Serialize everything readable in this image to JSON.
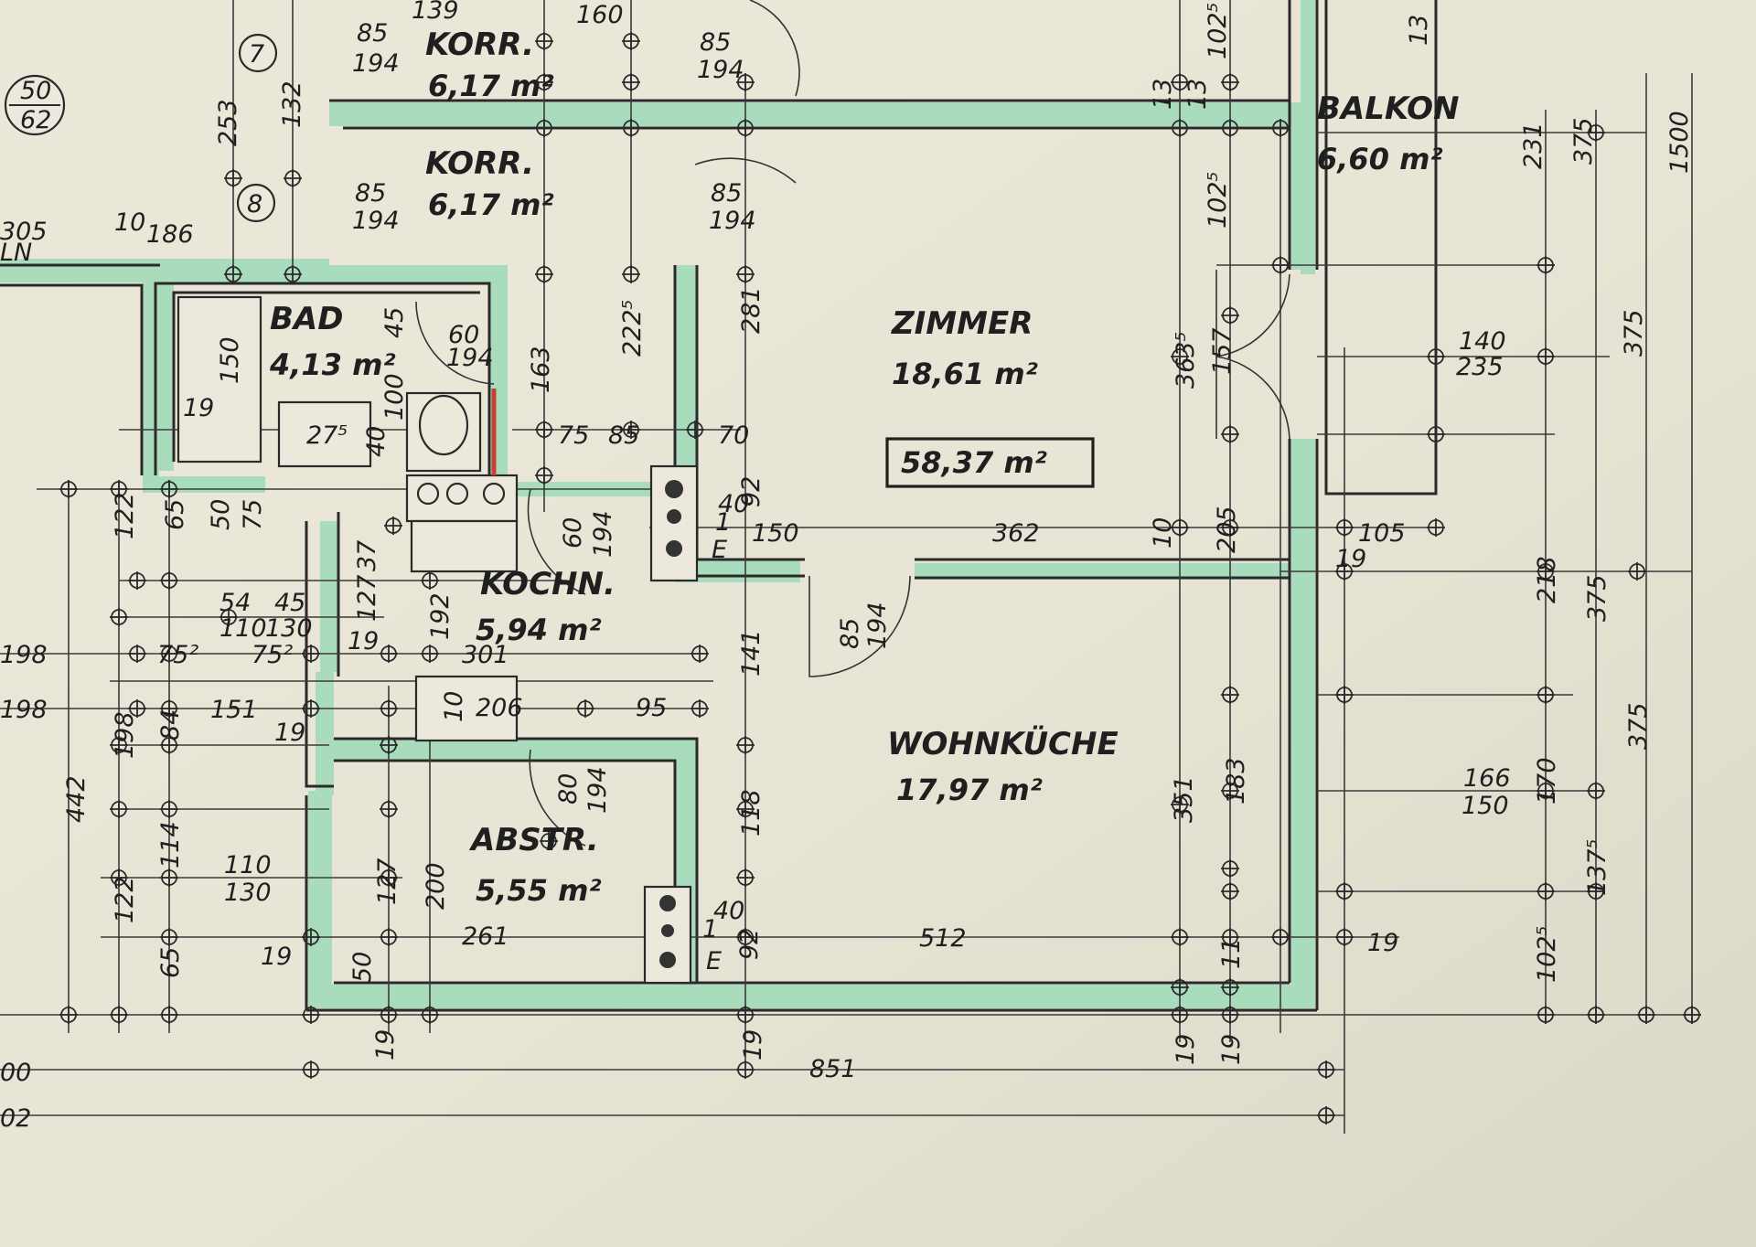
{
  "rooms": [
    {
      "name": "ZIMMER",
      "area": "18,61 m²"
    },
    {
      "name": "WOHNKÜCHE",
      "area": "17,97 m²"
    },
    {
      "name": "KOCHN.",
      "area": "5,94 m²"
    },
    {
      "name": "ABSTR.",
      "area": "5,55 m²"
    },
    {
      "name": "BAD",
      "area": "4,13 m²"
    },
    {
      "name": "BALKON",
      "area": "6,60 m²"
    },
    {
      "name": "KORR.",
      "area": "6,17 m²"
    },
    {
      "name": "KORR.",
      "area": "6,17 m²"
    }
  ],
  "total_area": "58,37 m²",
  "circle_numbers": [
    "7",
    "8"
  ],
  "circle_fraction": [
    "50",
    "62"
  ],
  "dimensions": {
    "top": [
      "139",
      "160",
      "85",
      "194",
      "85",
      "194",
      "85",
      "194",
      "85",
      "194",
      "13",
      "13",
      "102⁵"
    ],
    "verticals": [
      "253",
      "132",
      "163",
      "222⁵",
      "281",
      "363⁵",
      "102⁵",
      "157",
      "231",
      "375",
      "1500",
      "375",
      "218",
      "375",
      "375",
      "170",
      "137⁵",
      "102⁵"
    ],
    "zimmer_row": [
      "75",
      "85",
      "70",
      "150",
      "362",
      "10",
      "205",
      "105",
      "19"
    ],
    "bad": [
      "60",
      "194",
      "150",
      "19",
      "27⁵",
      "100",
      "40",
      "45",
      "50",
      "75"
    ],
    "mid_left": [
      "122",
      "65",
      "54",
      "45",
      "110",
      "130",
      "198",
      "75²",
      "75²",
      "198",
      "151",
      "19",
      "206",
      "95",
      "301",
      "192",
      "37",
      "127",
      "19"
    ],
    "kochn": [
      "60",
      "194",
      "40",
      "1",
      "92",
      "E"
    ],
    "door_wk": [
      "85",
      "194"
    ],
    "right": [
      "140",
      "235",
      "166",
      "150"
    ],
    "lower_left": [
      "442",
      "198",
      "84",
      "114",
      "122",
      "65",
      "110",
      "130",
      "127",
      "200",
      "261",
      "50",
      "19",
      "80",
      "194"
    ],
    "lower_mid": [
      "141",
      "118",
      "351",
      "183",
      "512",
      "40",
      "1",
      "92",
      "E",
      "11",
      "19"
    ],
    "bottom": [
      "19",
      "19",
      "851",
      "19",
      "19",
      "00",
      "02"
    ],
    "misc": [
      "10",
      "186",
      "305",
      "LN",
      "10",
      "13"
    ]
  }
}
